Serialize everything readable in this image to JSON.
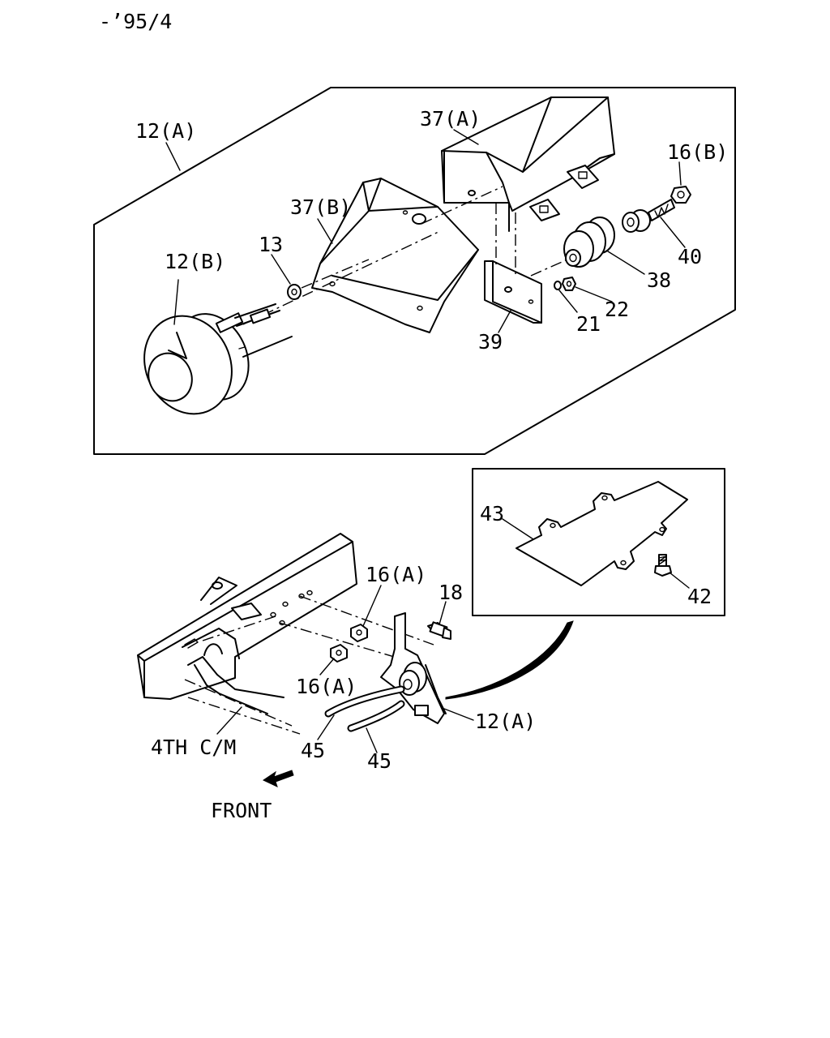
{
  "header": {
    "date_code": "-’95/4"
  },
  "callouts": {
    "c12a_top": "12(A)",
    "c37a": "37(A)",
    "c16b": "16(B)",
    "c37b": "37(B)",
    "c13": "13",
    "c12b": "12(B)",
    "c40": "40",
    "c38": "38",
    "c22": "22",
    "c21": "21",
    "c39": "39",
    "c43": "43",
    "c42": "42",
    "c16a_upper": "16(A)",
    "c18": "18",
    "c16a_lower": "16(A)",
    "c12a_bottom": "12(A)",
    "c45_left": "45",
    "c45_right": "45"
  },
  "notes": {
    "crossmember": "4TH C/M",
    "front": "FRONT"
  }
}
